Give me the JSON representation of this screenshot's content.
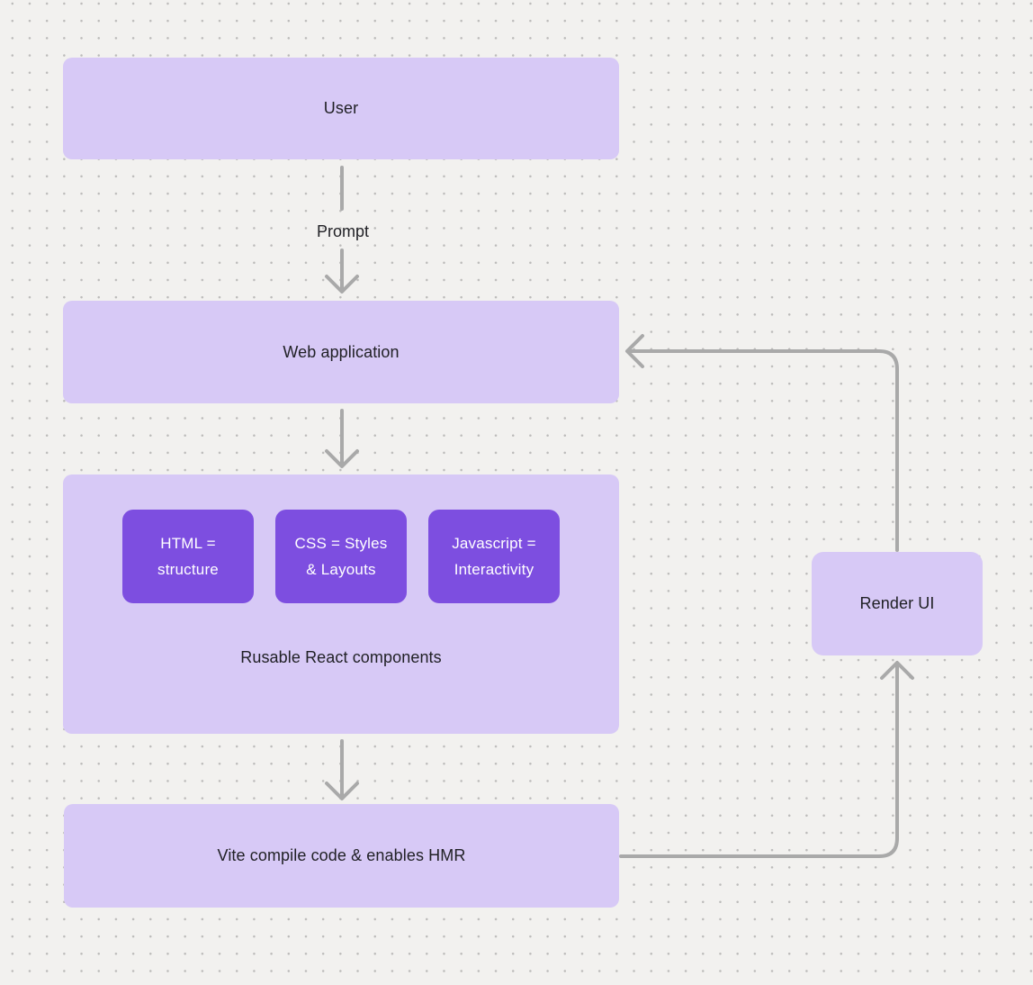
{
  "colors": {
    "canvas-bg": "#f2f1ef",
    "dot": "#bcbbba",
    "node-fill": "#d7c9f6",
    "chip-fill": "#7d4ee0",
    "chip-text": "#ffffff",
    "arrow": "#a9a9a9",
    "label-text": "#212126"
  },
  "diagram": {
    "nodes": {
      "user": {
        "label": "User"
      },
      "web_application": {
        "label": "Web application"
      },
      "components": {
        "caption": "Rusable React components",
        "chips": [
          {
            "lines": [
              "HTML =",
              "structure"
            ]
          },
          {
            "lines": [
              "CSS = Styles",
              "& Layouts"
            ]
          },
          {
            "lines": [
              "Javascript =",
              "Interactivity"
            ]
          }
        ]
      },
      "vite": {
        "label": "Vite compile code & enables HMR"
      },
      "render_ui": {
        "label": "Render UI"
      }
    },
    "edge_labels": {
      "prompt": "Prompt"
    }
  }
}
